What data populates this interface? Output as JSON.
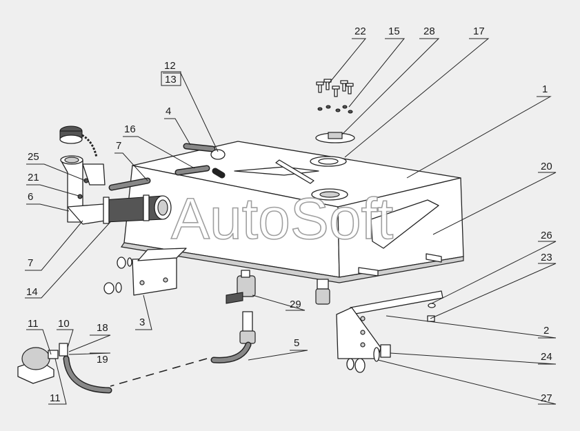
{
  "watermark": "AutoSoft",
  "callouts": [
    {
      "id": "c22",
      "num": "22"
    },
    {
      "id": "c15",
      "num": "15"
    },
    {
      "id": "c28",
      "num": "28"
    },
    {
      "id": "c17",
      "num": "17"
    },
    {
      "id": "c1",
      "num": "1"
    },
    {
      "id": "c12",
      "num": "12"
    },
    {
      "id": "c13",
      "num": "13"
    },
    {
      "id": "c4",
      "num": "4"
    },
    {
      "id": "c16",
      "num": "16"
    },
    {
      "id": "c7a",
      "num": "7"
    },
    {
      "id": "c25",
      "num": "25"
    },
    {
      "id": "c21",
      "num": "21"
    },
    {
      "id": "c6",
      "num": "6"
    },
    {
      "id": "c20",
      "num": "20"
    },
    {
      "id": "c26",
      "num": "26"
    },
    {
      "id": "c23",
      "num": "23"
    },
    {
      "id": "c7b",
      "num": "7"
    },
    {
      "id": "c14",
      "num": "14"
    },
    {
      "id": "c29",
      "num": "29"
    },
    {
      "id": "c3",
      "num": "3"
    },
    {
      "id": "c2",
      "num": "2"
    },
    {
      "id": "c11a",
      "num": "11"
    },
    {
      "id": "c10",
      "num": "10"
    },
    {
      "id": "c18",
      "num": "18"
    },
    {
      "id": "c19",
      "num": "19"
    },
    {
      "id": "c5",
      "num": "5"
    },
    {
      "id": "c24",
      "num": "24"
    },
    {
      "id": "c11b",
      "num": "11"
    },
    {
      "id": "c27",
      "num": "27"
    }
  ]
}
